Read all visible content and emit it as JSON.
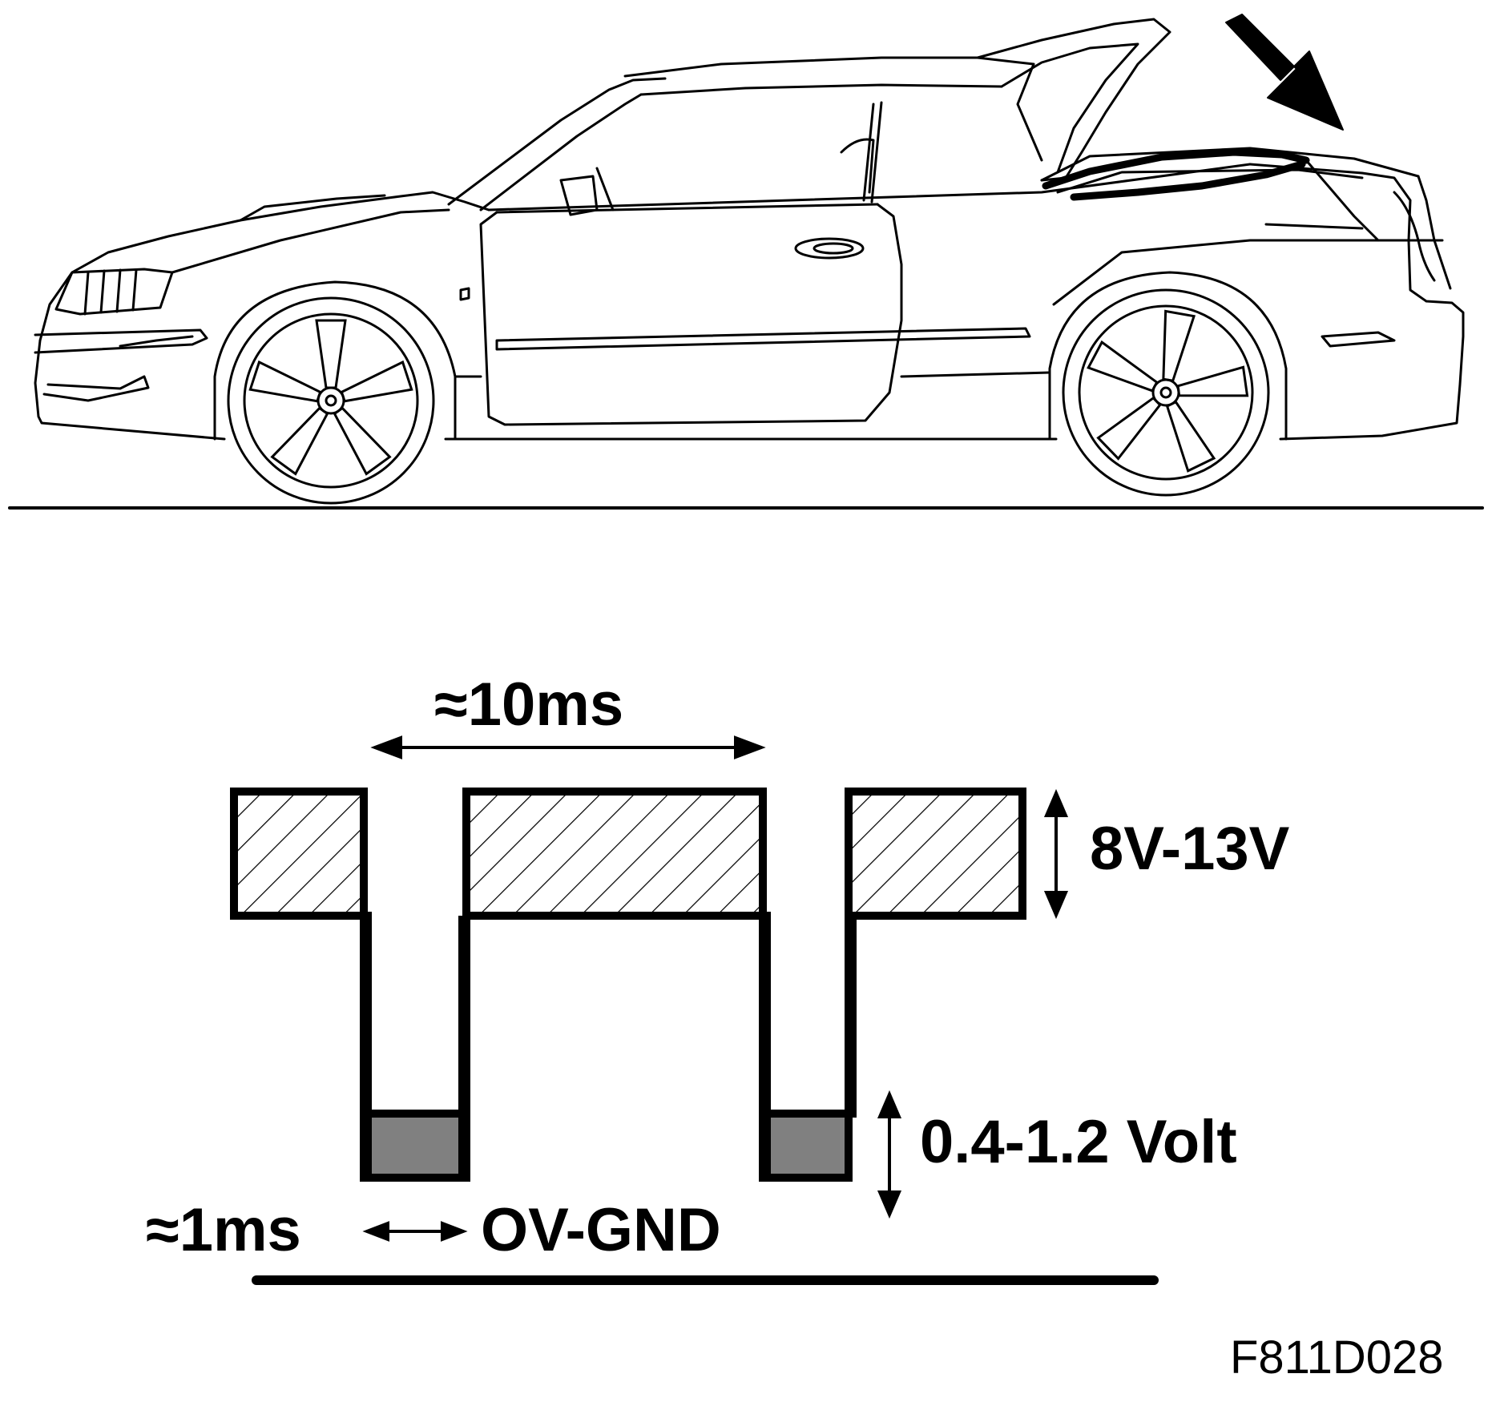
{
  "figure": {
    "code": "F811D028",
    "car_illustration": "convertible-side-view-with-arrow-to-rear-deck",
    "colors": {
      "ink": "#000000",
      "low_band_fill": "#808080",
      "background": "#ffffff"
    }
  },
  "signal": {
    "period_label": "≈10ms",
    "high_level_label": "8V-13V",
    "low_level_label": "0.4-1.2 Volt",
    "pulse_width_label": "≈1ms",
    "ground_label": "OV-GND"
  }
}
